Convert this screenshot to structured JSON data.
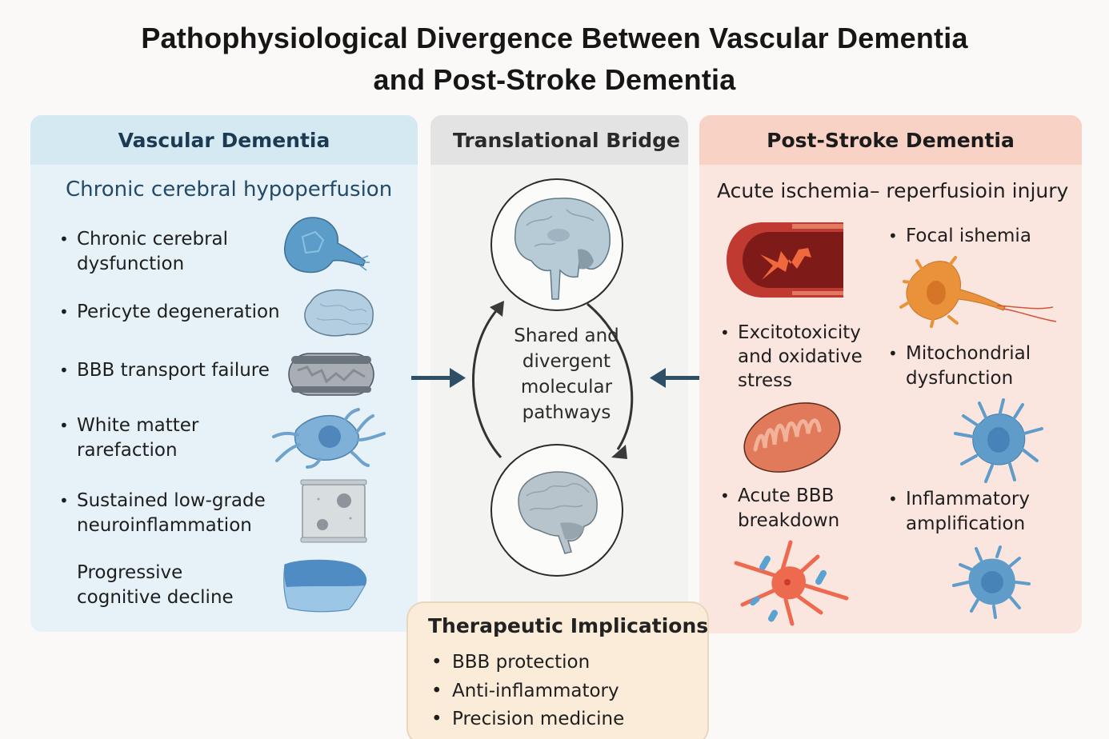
{
  "title": {
    "line1": "Pathophysiological Divergence Between Vascular Dementia",
    "line2": "and Post-Stroke Dementia"
  },
  "vascular_dementia": {
    "header": "Vascular Dementia",
    "subtitle": "Chronic cerebral hypoperfusion",
    "items": [
      {
        "lines": [
          "Chronic cerebral",
          "dysfunction"
        ],
        "bullet": true,
        "icon": "neuron-bulb-icon"
      },
      {
        "lines": [
          "Pericyte degeneration"
        ],
        "bullet": true,
        "icon": "brain-tissue-icon"
      },
      {
        "lines": [
          "BBB transport failure"
        ],
        "bullet": true,
        "icon": "vessel-capsule-icon"
      },
      {
        "lines": [
          "White matter",
          "rarefaction"
        ],
        "bullet": true,
        "icon": "glial-cell-icon"
      },
      {
        "lines": [
          "Sustained low-grade",
          "neuroinflammation"
        ],
        "bullet": true,
        "icon": "tissue-block-icon"
      },
      {
        "lines": [
          "Progressive",
          "cognitive decline"
        ],
        "bullet": false,
        "icon": "tissue-section-icon"
      }
    ]
  },
  "translational_bridge": {
    "header": "Translational Bridge",
    "center_text": [
      "Shared and",
      "divergent",
      "molecular",
      "pathways"
    ],
    "icons": [
      "brain-sagittal-icon",
      "brain-lateral-icon"
    ]
  },
  "post_stroke_dementia": {
    "header": "Post-Stroke Dementia",
    "subtitle": "Acute ischemia– reperfusioin injury",
    "items": [
      {
        "lines": [
          "Focal ishemia"
        ],
        "bullet": true
      },
      {
        "lines": [
          "Excitotoxicity",
          "and oxidative",
          "stress"
        ],
        "bullet": true
      },
      {
        "lines": [
          "Mitochondrial",
          "dysfunction"
        ],
        "bullet": true
      },
      {
        "lines": [
          "Acute BBB",
          "breakdown"
        ],
        "bullet": true
      },
      {
        "lines": [
          "Inflammatory",
          "amplification"
        ],
        "bullet": true
      }
    ],
    "icons": [
      "occluded-vessel-icon",
      "neuron-orange-icon",
      "mitochondrion-icon",
      "microglia-icon",
      "astrocyte-icon",
      "microglia-small-icon"
    ]
  },
  "therapeutic": {
    "title": "Therapeutic Implications",
    "items": [
      "BBB protection",
      "Anti-inflammatory",
      "Precision medicine"
    ]
  },
  "bullet_char": "•",
  "colors": {
    "vd_bg": "#e6f2f8",
    "vd_header": "#d5e9f3",
    "vd_text": "#1c3a52",
    "tb_bg": "#f3f3f2",
    "tb_header": "#e3e3e3",
    "ps_bg": "#fbe6df",
    "ps_header": "#f8d2c5",
    "ther_bg": "#fbecd9",
    "arrow": "#2f4f66"
  }
}
